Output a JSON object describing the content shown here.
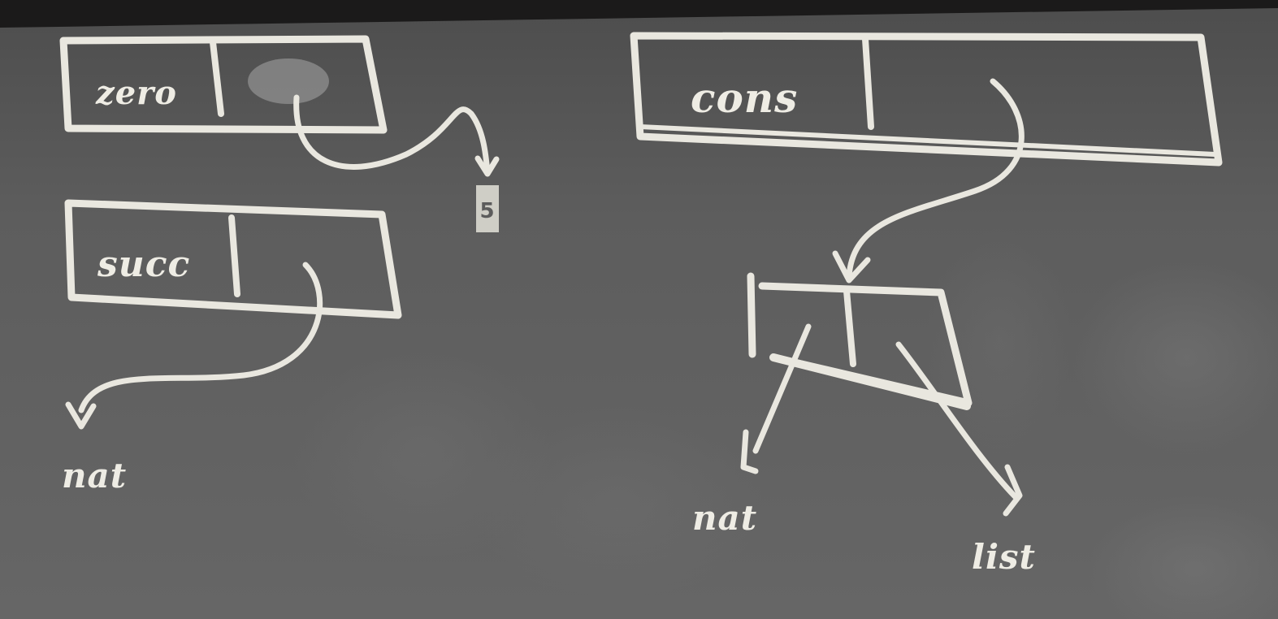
{
  "diagram": {
    "colors": {
      "board": "#5c5c5c",
      "chalk": "#e9e7df",
      "top_edge": "#1b1a1a"
    },
    "nodes": {
      "zero": {
        "tag": "zero",
        "field_value": "5"
      },
      "succ": {
        "tag": "succ",
        "field_target": "nat"
      },
      "cons": {
        "tag": "cons"
      },
      "pair": {
        "left_target": "nat",
        "right_target": "list"
      }
    }
  }
}
